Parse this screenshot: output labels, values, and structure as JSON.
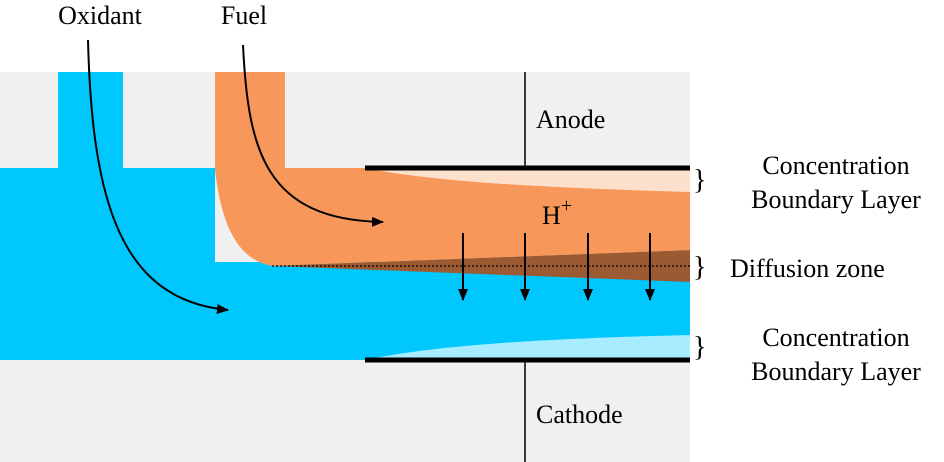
{
  "labels": {
    "oxidant": "Oxidant",
    "fuel": "Fuel",
    "anode": "Anode",
    "cathode": "Cathode",
    "proton_base": "H",
    "proton_sup": "+",
    "top_layer_line1": "Concentration",
    "top_layer_line2": "Boundary Layer",
    "diffusion_zone": "Diffusion zone",
    "bottom_layer_line1": "Concentration",
    "bottom_layer_line2": "Boundary Layer"
  },
  "colors": {
    "background_box": "#f0f0f0",
    "oxidant": "#00c8ff",
    "fuel": "#f7975a",
    "diffusion_zone": "#9c5a32",
    "top_boundary_layer": "#fde0cc",
    "bottom_boundary_layer": "#a8ecff"
  }
}
